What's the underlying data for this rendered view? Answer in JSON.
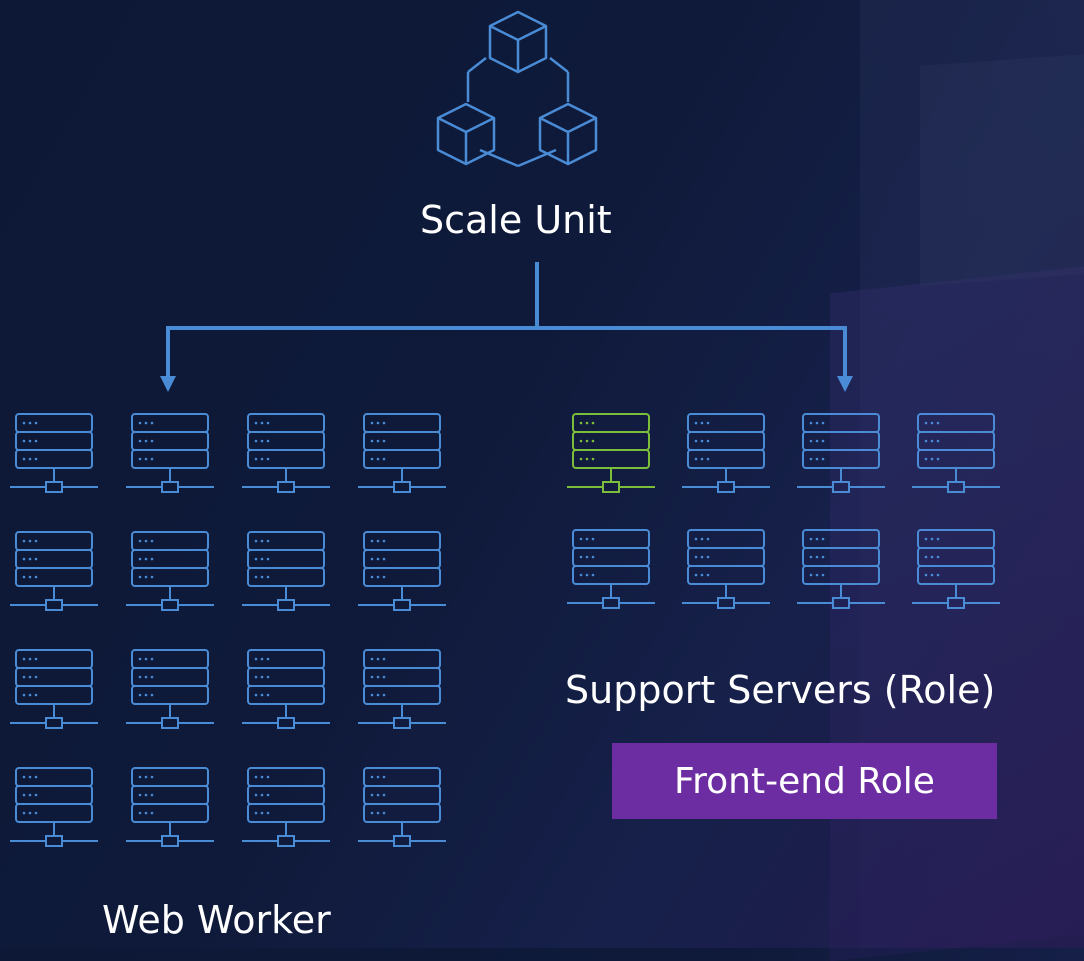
{
  "colors": {
    "line": "#4a8bd6",
    "server": "#4a8bd6",
    "server_highlight": "#7cbd3a",
    "badge": "#6b2da1",
    "text": "#ffffff"
  },
  "scale_unit": {
    "label": "Scale Unit",
    "icon": "cubes-icon"
  },
  "support_servers": {
    "label": "Support Servers (Role)",
    "highlighted_server_index": 0,
    "server_count": 8,
    "icon": "server-icon"
  },
  "front_end": {
    "label": "Front-end Role"
  },
  "web_worker": {
    "label": "Web Worker",
    "server_count": 16,
    "icon": "server-icon"
  }
}
